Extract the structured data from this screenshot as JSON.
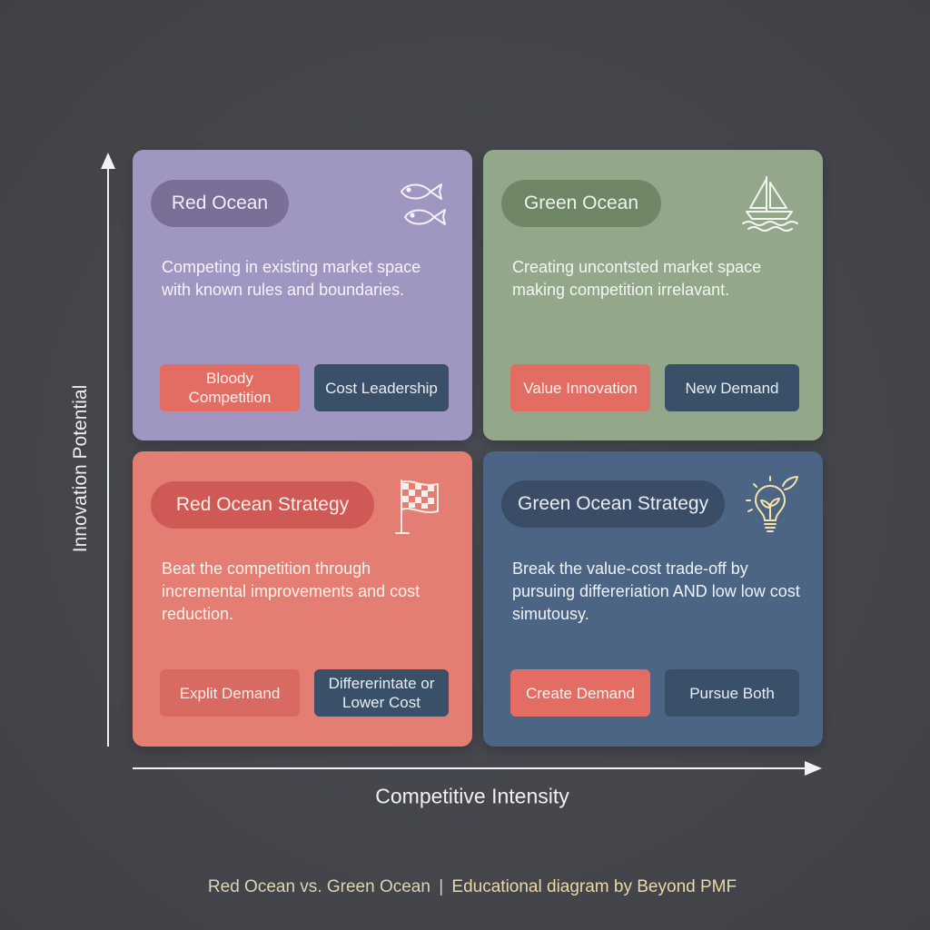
{
  "quadrants": {
    "top_left": {
      "title": "Red Ocean",
      "description": "Competing in existing market space with known rules and boundaries.",
      "tags": [
        "Bloody Competition",
        "Cost Leadership"
      ],
      "icon": "fish-icon"
    },
    "top_right": {
      "title": "Green Ocean",
      "description": "Creating uncontsted market space making competition irrelavant.",
      "tags": [
        "Value Innovation",
        "New Demand"
      ],
      "icon": "sailboat-icon"
    },
    "bottom_left": {
      "title": "Red Ocean Strategy",
      "description": "Beat the competition through incremental improvements and cost reduction.",
      "tags": [
        "Explit Demand",
        "Differerintate or Lower Cost"
      ],
      "icon": "checkered-flag-icon"
    },
    "bottom_right": {
      "title": "Green Ocean Strategy",
      "description": "Break the value-cost trade-off by pursuing differeriation AND low low cost simutousy.",
      "tags": [
        "Create Demand",
        "Pursue Both"
      ],
      "icon": "lightbulb-leaf-icon"
    }
  },
  "axes": {
    "y_label": "Innovation Potential",
    "x_label": "Competitive Intensity"
  },
  "footer": {
    "left": "Red Ocean vs. Green Ocean",
    "separator": "|",
    "right": "Educational diagram by Beyond PMF"
  },
  "colors": {
    "background": "#46484e",
    "red_ocean": "#9f97c1",
    "green_ocean": "#93a88b",
    "red_ocean_strategy": "#e57e72",
    "green_ocean_strategy": "#4c6584",
    "tag_coral": "#e46d63",
    "tag_navy": "#3a5069"
  }
}
